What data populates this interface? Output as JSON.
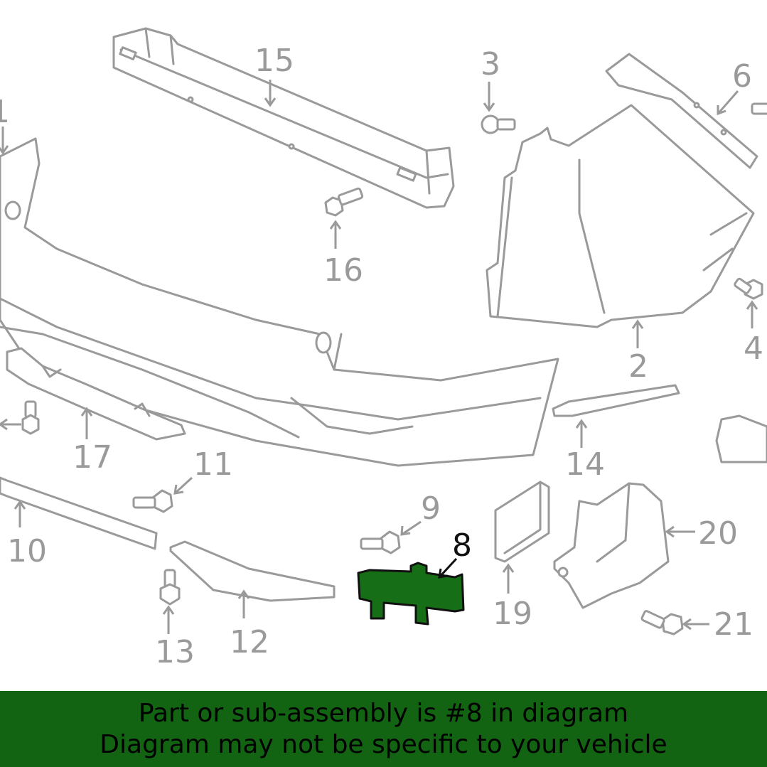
{
  "callouts": {
    "c1": "1",
    "c2": "2",
    "c3": "3",
    "c4": "4",
    "c6": "6",
    "c8": "8",
    "c9": "9",
    "c10": "10",
    "c11": "11",
    "c12": "12",
    "c13": "13",
    "c14": "14",
    "c15": "15",
    "c16": "16",
    "c17": "17",
    "c19": "19",
    "c20": "20",
    "c21": "21"
  },
  "highlight_part": "8",
  "colors": {
    "highlight": "#166f16",
    "banner": "#126312",
    "line": "#9a9a9a"
  },
  "banner": {
    "line1": "Part or sub-assembly is #8 in diagram",
    "line2": "Diagram may not be specific to your vehicle"
  }
}
